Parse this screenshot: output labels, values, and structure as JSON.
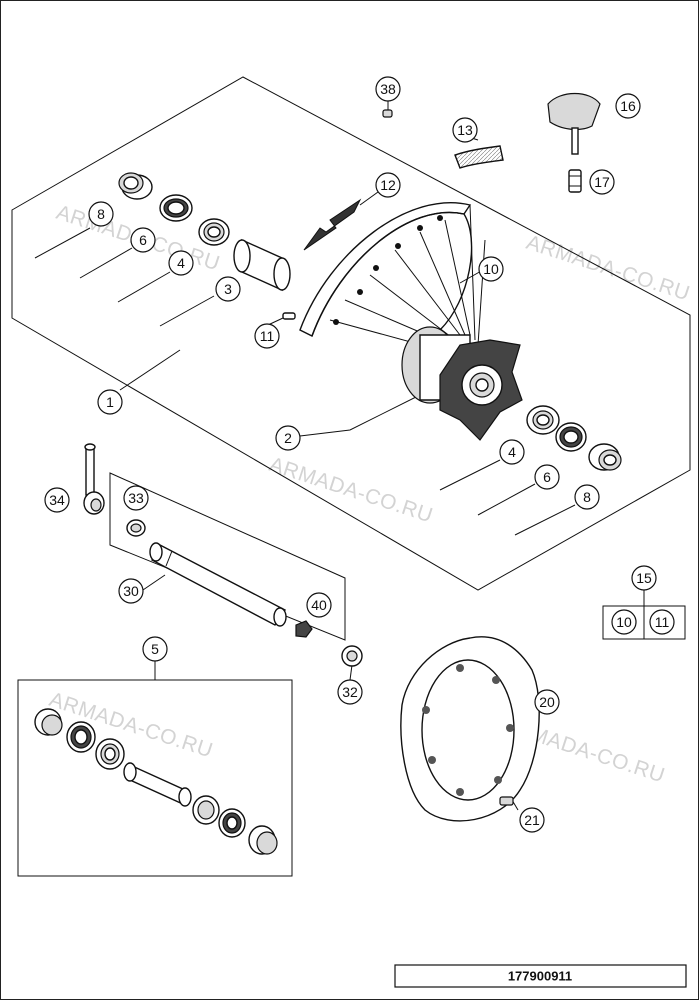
{
  "diagram": {
    "reference_number": "177900911",
    "watermark": "ARMADA-CO.RU",
    "callouts": [
      {
        "id": "c38",
        "label": "38"
      },
      {
        "id": "c16",
        "label": "16"
      },
      {
        "id": "c13",
        "label": "13"
      },
      {
        "id": "c17",
        "label": "17"
      },
      {
        "id": "c12",
        "label": "12"
      },
      {
        "id": "c8a",
        "label": "8"
      },
      {
        "id": "c6a",
        "label": "6"
      },
      {
        "id": "c4a",
        "label": "4"
      },
      {
        "id": "c3",
        "label": "3"
      },
      {
        "id": "c10",
        "label": "10"
      },
      {
        "id": "c11",
        "label": "11"
      },
      {
        "id": "c1",
        "label": "1"
      },
      {
        "id": "c2",
        "label": "2"
      },
      {
        "id": "c4b",
        "label": "4"
      },
      {
        "id": "c6b",
        "label": "6"
      },
      {
        "id": "c8b",
        "label": "8"
      },
      {
        "id": "c34",
        "label": "34"
      },
      {
        "id": "c33",
        "label": "33"
      },
      {
        "id": "c30",
        "label": "30"
      },
      {
        "id": "c40",
        "label": "40"
      },
      {
        "id": "c15",
        "label": "15"
      },
      {
        "id": "c5",
        "label": "5"
      },
      {
        "id": "c32",
        "label": "32"
      },
      {
        "id": "c20",
        "label": "20"
      },
      {
        "id": "c21",
        "label": "21"
      }
    ],
    "kit_box": {
      "items": [
        "10",
        "11"
      ]
    }
  }
}
